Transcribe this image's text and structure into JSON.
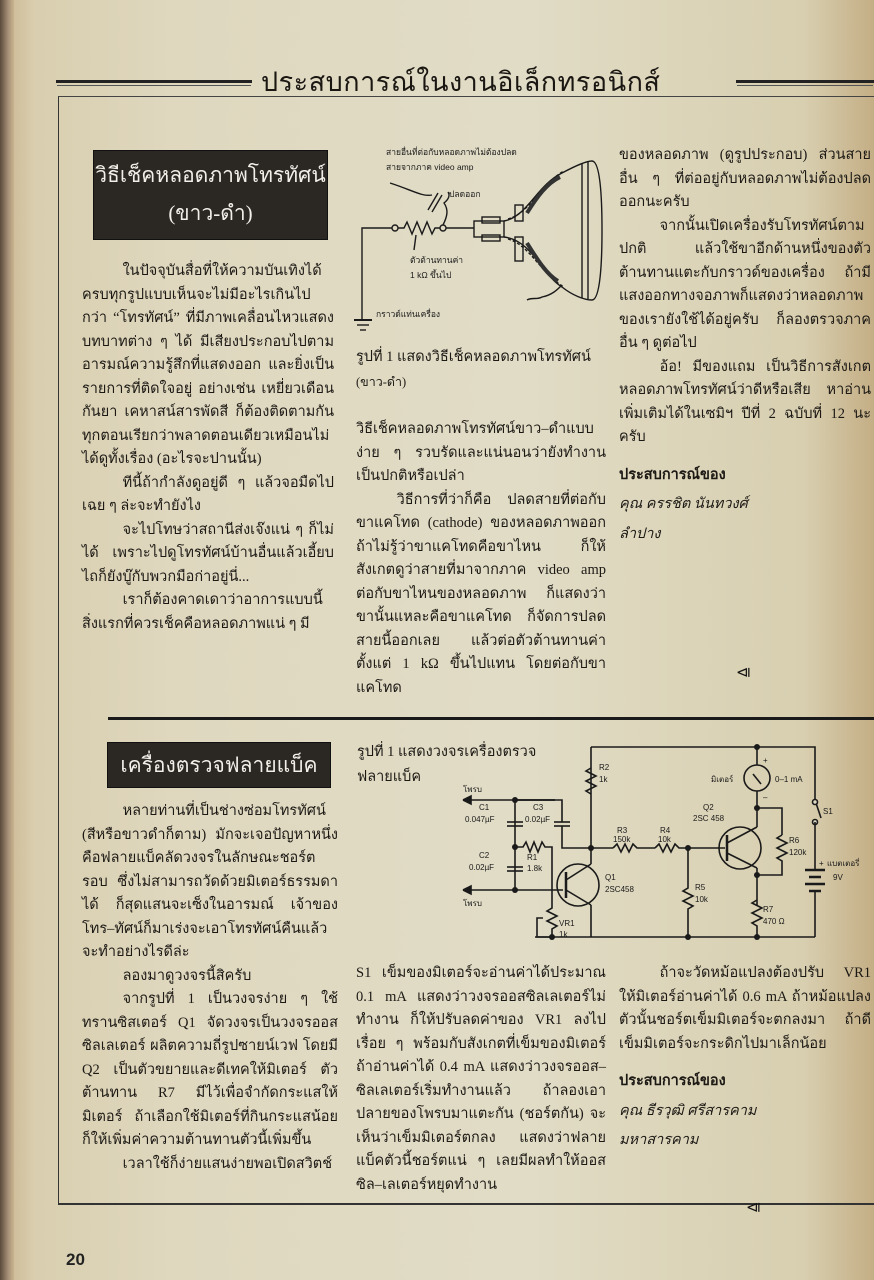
{
  "header": {
    "section_title": "ประสบการณ์ในงานอิเล็กทรอนิกส์"
  },
  "article1": {
    "title_line1": "วิธีเช็คหลอดภาพโทรทัศน์",
    "title_line2": "(ขาว-ดำ)",
    "col1_paragraphs": [
      "ในปัจจุบันสื่อที่ให้ความบันเทิงได้ครบทุกรูปแบบเห็นจะไม่มีอะไรเกินไปกว่า “โทรทัศน์” ที่มีภาพเคลื่อนไหวแสดงบทบาทต่าง ๆ ได้ มีเสียงประกอบไปตามอารมณ์ความรู้สึกที่แสดงออก และยิ่งเป็นรายการที่ติดใจอยู่ อย่างเช่น เหยี่ยวเดือนกันยา เคหาสน์สารพัดสี ก็ต้องติดตามกันทุกตอนเรียกว่าพลาดตอนเดียวเหมือนไม่ได้ดูทั้งเรื่อง (อะไรจะปานนั้น)",
      "ทีนี้ถ้ากำลังดูอยู่ดี ๆ แล้วจอมืดไปเฉย ๆ ล่ะจะทำยังไง",
      "จะไปโทษว่าสถานีส่งเจ๊งแน่ ๆ ก็ไม่ได้ เพราะไปดูโทรทัศน์บ้านอื่นแล้วเอี้ยบไถก็ยังบู๊กับพวกมือก่าอยู่นี่...",
      "เราก็ต้องคาดเดาว่าอาการแบบนี้สิ่งแรกที่ควรเช็คคือหลอดภาพแน่ ๆ มี"
    ],
    "figure": {
      "label_top1": "สายอื่นที่ต่อกับหลอดภาพไม่ต้องปลด",
      "label_top2": "สายจากภาค video amp",
      "label_disconnect": "ปลดออก",
      "label_resistor1": "ตัวต้านทานค่า",
      "label_resistor2": "1 kΩ ขึ้นไป",
      "label_ground": "กราวด์แท่นเครื่อง",
      "caption_line1": "รูปที่ 1 แสดงวิธีเช็คหลอดภาพโทรทัศน์",
      "caption_line2": "(ขาว-ดำ)"
    },
    "col2_paragraphs": [
      "วิธีเช็คหลอดภาพโทรทัศน์ขาว–ดำแบบง่าย ๆ รวบรัดและแน่นอนว่ายังทำงานเป็นปกติหรือเปล่า",
      "วิธีการที่ว่าก็คือ ปลดสายที่ต่อกับขาแคโทด (cathode) ของหลอดภาพออก ถ้าไม่รู้ว่าขาแคโทดคือขาไหน ก็ให้สังเกตดูว่าสายที่มาจากภาค video amp ต่อกับขาไหนของหลอดภาพ ก็แสดงว่าขานั้นแหละคือขาแคโทด ก็จัดการปลดสายนี้ออกเลย แล้วต่อตัวต้านทานค่าตั้งแต่ 1 kΩ ขึ้นไปแทน โดยต่อกับขาแคโทด"
    ],
    "col3_paragraphs": [
      "ของหลอดภาพ (ดูรูปประกอบ) ส่วนสายอื่น ๆ ที่ต่ออยู่กับหลอดภาพไม่ต้องปลดออกนะครับ",
      "จากนั้นเปิดเครื่องรับโทรทัศน์ตามปกติ แล้วใช้ขาอีกด้านหนึ่งของตัวต้านทานแตะกับกราวด์ของเครื่อง ถ้ามีแสงออกทางจอภาพก็แสดงว่าหลอดภาพของเรายังใช้ได้อยู่ครับ ก็ลองตรวจภาคอื่น ๆ ดูต่อไป",
      "อ้อ! มีของแถม เป็นวิธีการสังเกตหลอดภาพโทรทัศน์ว่าดีหรือเสีย หาอ่านเพิ่มเติมได้ในเซมิฯ ปีที่ 2 ฉบับที่ 12 นะครับ"
    ],
    "credit_heading": "ประสบการณ์ของ",
    "credit_name": "คุณ ครรชิต นันทวงศ์",
    "credit_place": "ลำปาง",
    "end_mark_icon": "⧏"
  },
  "article2": {
    "title": "เครื่องตรวจฟลายแบ็ค",
    "col1_paragraphs": [
      "หลายท่านที่เป็นช่างซ่อมโทรทัศน์ (สีหรือขาวดำก็ตาม) มักจะเจอปัญหาหนึ่งคือฟลายแบ็คลัดวงจรในลักษณะชอร์ตรอบ ซึ่งไม่สามารถวัดด้วยมิเตอร์ธรรมดาได้ ก็สุดแสนจะเซ็งในอารมณ์ เจ้าของโทร–ทัศน์ก็มาเร่งจะเอาโทรทัศน์คืนแล้ว จะทำอย่างไรดีล่ะ",
      "ลองมาดูวงจรนี้สิครับ",
      "จากรูปที่ 1 เป็นวงจรง่าย ๆ ใช้ทรานซิสเตอร์ Q1 จัดวงจรเป็นวงจรออสซิลเลเตอร์ ผลิตความถี่รูปซายน์เวฟ โดยมี Q2 เป็นตัวขยายและดีเทคให้มิเตอร์ ตัวต้านทาน R7 มีไว้เพื่อจำกัดกระแสให้มิเตอร์ ถ้าเลือกใช้มิเตอร์ที่กินกระแสน้อยก็ให้เพิ่มค่าความต้านทานตัวนี้เพิ่มขึ้น",
      "เวลาใช้ก็ง่ายแสนง่ายพอเปิดสวิตช์"
    ],
    "figure": {
      "caption_line1": "รูปที่ 1 แสดงวงจรเครื่องตรวจ",
      "caption_line2": "ฟลายแบ็ค",
      "probe_label": "โพรบ",
      "components": {
        "C1": "0.047µF",
        "C2": "0.02µF",
        "C3": "0.02µF",
        "R1": "1.8k",
        "R2": "1k",
        "R3": "150k",
        "R4": "10k",
        "R5": "10k",
        "R6": "120k",
        "R7": "470 Ω",
        "VR1": "1k",
        "Q1": "2SC458",
        "Q2": "2SC 458",
        "meter_label": "มิเตอร์",
        "meter_range": "0–1 mA",
        "battery_label": "แบตเตอรี่",
        "battery_voltage": "9V",
        "switch": "S1"
      }
    },
    "col2_paragraphs": [
      "S1 เข็มของมิเตอร์จะอ่านค่าได้ประมาณ 0.1 mA แสดงว่าวงจรออสซิลเลเตอร์ไม่ทำงาน ก็ให้ปรับลดค่าของ VR1 ลงไปเรื่อย ๆ พร้อมกับสังเกตที่เข็มของมิเตอร์ ถ้าอ่านค่าได้ 0.4 mA แสดงว่าวงจรออส–ซิลเลเตอร์เริ่มทำงานแล้ว ถ้าลองเอาปลายของโพรบมาแตะกัน (ชอร์ตกัน) จะเห็นว่าเข็มมิเตอร์ตกลง แสดงว่าฟลายแบ็คตัวนี้ชอร์ตแน่ ๆ เลยมีผลทำให้ออสซิล–เลเตอร์หยุดทำงาน"
    ],
    "col3_paragraphs": [
      "ถ้าจะวัดหม้อแปลงต้องปรับ VR1 ให้มิเตอร์อ่านค่าได้ 0.6 mA ถ้าหม้อแปลงตัวนั้นชอร์ตเข็มมิเตอร์จะตกลงมา ถ้าดีเข็มมิเตอร์จะกระดิกไปมาเล็กน้อย"
    ],
    "credit_heading": "ประสบการณ์ของ",
    "credit_name": "คุณ ธีรวุฒิ ศรีสารคาม",
    "credit_place": "มหาสารคาม",
    "end_mark_icon": "⧏"
  },
  "footer": {
    "page_number": "20"
  }
}
